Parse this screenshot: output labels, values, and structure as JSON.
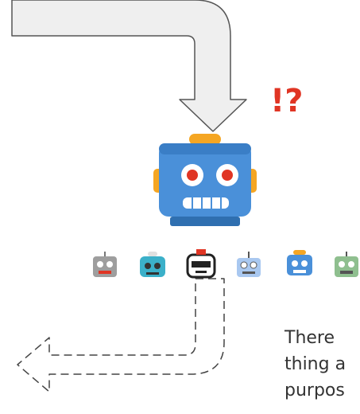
{
  "exclamation": "!?",
  "robot_row": [
    {
      "name": "gray-robot-icon"
    },
    {
      "name": "teal-robot-icon"
    },
    {
      "name": "dark-robot-icon"
    },
    {
      "name": "light-blue-robot-icon"
    },
    {
      "name": "blue-robot-icon"
    },
    {
      "name": "green-robot-icon"
    }
  ],
  "text_lines": [
    "There",
    "thing a",
    "purpos"
  ],
  "colors": {
    "arrow_fill": "#efefef",
    "arrow_stroke": "#555555",
    "robot_blue": "#4a90d9",
    "robot_orange": "#f5a623",
    "exclamation_red": "#e03524"
  }
}
